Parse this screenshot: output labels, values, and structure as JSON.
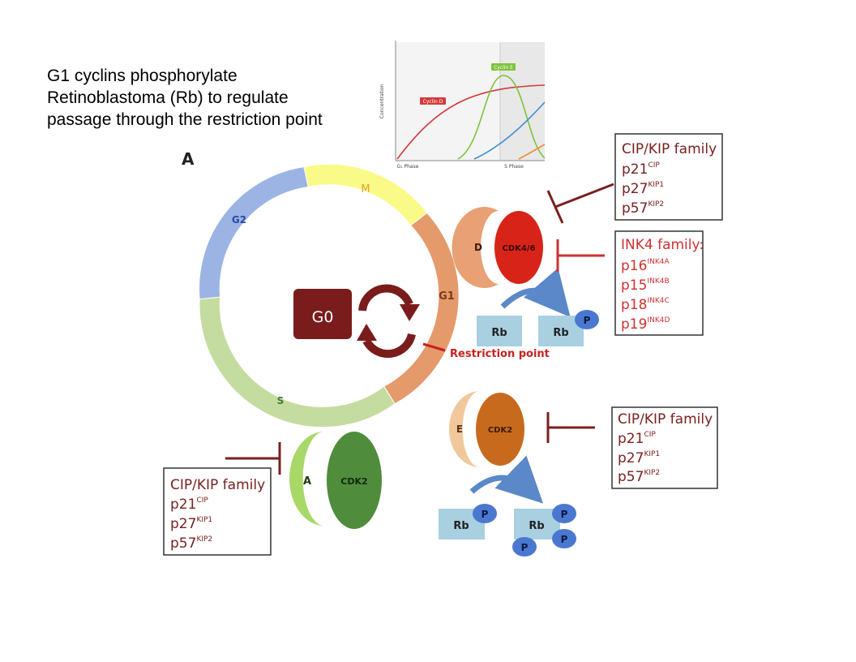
{
  "caption": {
    "line1": "G1 cyclins phosphorylate",
    "line2": "Retinoblastoma (Rb) to regulate",
    "line3": "passage through the restriction point"
  },
  "panel_label": "A",
  "inset_chart": {
    "y_axis_label": "Concentration",
    "x_tick_left": "G₁ Phase",
    "x_tick_right": "S Phase",
    "cyclin_d_label": "Cyclin D",
    "cyclin_e_label": "Cyclin E",
    "colors": {
      "cyclin_d": "#d33a3a",
      "cyclin_e": "#7cc43a",
      "blue": "#3d8fd6",
      "orange": "#f08c30"
    }
  },
  "cycle": {
    "phases": {
      "m": "M",
      "g1": "G1",
      "s": "S",
      "g2": "G2"
    },
    "g0": "G0",
    "restriction_point": "Restriction point",
    "colors": {
      "m": "#fafa88",
      "g1": "#e59a6c",
      "s": "#c5dca0",
      "g2": "#9cb4e4",
      "g0": "#7a1c1c"
    }
  },
  "complex_d": {
    "cyclin": "D",
    "cdk": "CDK4/6"
  },
  "complex_e": {
    "cyclin": "E",
    "cdk": "CDK2"
  },
  "complex_a": {
    "cyclin": "A",
    "cdk": "CDK2"
  },
  "rb": {
    "label": "Rb",
    "phospho": "P"
  },
  "inhibitors": {
    "cip_kip_top": {
      "title": "CIP/KIP family",
      "items": [
        {
          "base": "p21",
          "sup": "CIP"
        },
        {
          "base": "p27",
          "sup": "KIP1"
        },
        {
          "base": "p57",
          "sup": "KIP2"
        }
      ]
    },
    "ink4": {
      "title": "INK4 family:",
      "items": [
        {
          "base": "p16",
          "sup": "INK4A"
        },
        {
          "base": "p15",
          "sup": "INK4B"
        },
        {
          "base": "p18",
          "sup": "INK4C"
        },
        {
          "base": "p19",
          "sup": "INK4D"
        }
      ]
    },
    "cip_kip_mid": {
      "title": "CIP/KIP family",
      "items": [
        {
          "base": "p21",
          "sup": "CIP"
        },
        {
          "base": "p27",
          "sup": "KIP1"
        },
        {
          "base": "p57",
          "sup": "KIP2"
        }
      ]
    },
    "cip_kip_bottom": {
      "title": "CIP/KIP family",
      "items": [
        {
          "base": "p21",
          "sup": "CIP"
        },
        {
          "base": "p27",
          "sup": "KIP1"
        },
        {
          "base": "p57",
          "sup": "KIP2"
        }
      ]
    }
  }
}
